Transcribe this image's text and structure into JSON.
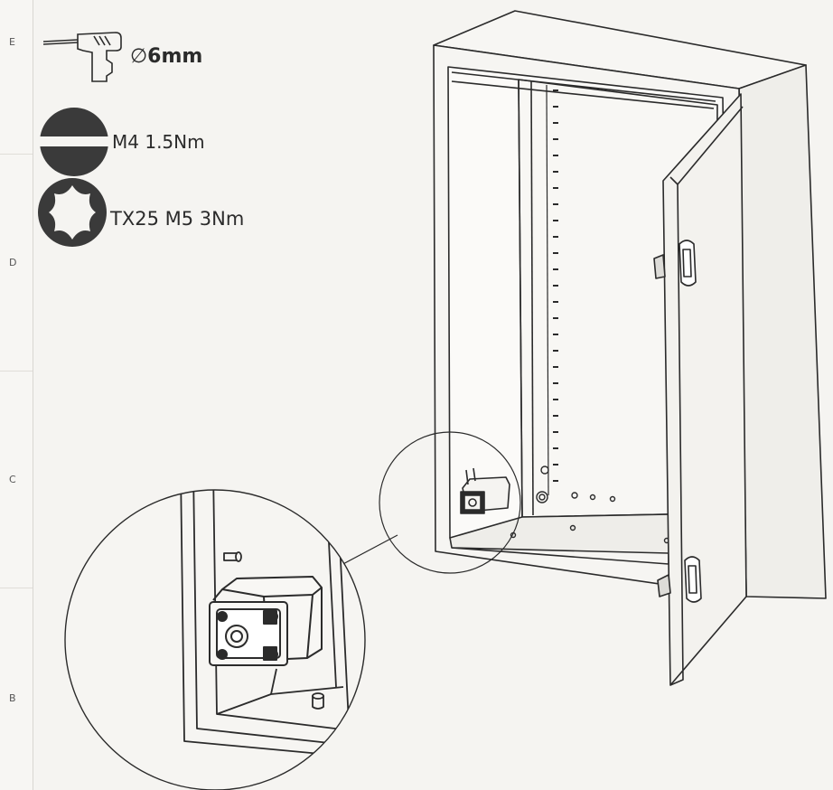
{
  "margin": {
    "row_letters": [
      "E",
      "D",
      "C",
      "B"
    ]
  },
  "tools": {
    "drill": {
      "icon": "drill-icon",
      "diameter_symbol": "∅",
      "size": "6mm"
    },
    "slot_screwdriver": {
      "icon": "slotted-screwdriver-bit-icon",
      "spec": "M4 1.5Nm"
    },
    "torx_screwdriver": {
      "icon": "torx-bit-icon",
      "spec": "TX25 M5 3Nm"
    }
  },
  "colors": {
    "ink": "#2b2b2b",
    "paper": "#f5f4f1",
    "bit_fill": "#3a3a3a"
  }
}
